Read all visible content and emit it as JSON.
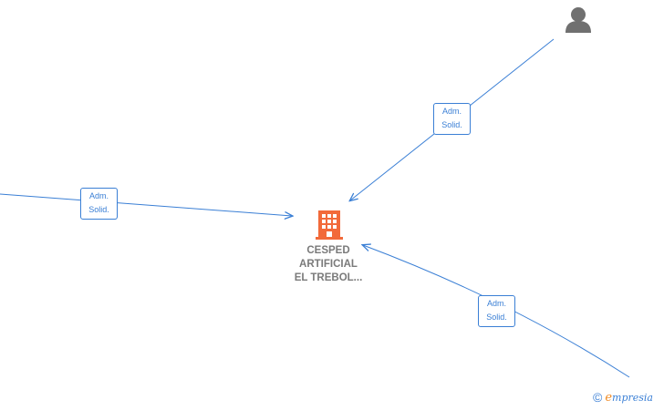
{
  "company": {
    "name_lines": [
      "CESPED",
      "ARTIFICIAL",
      "EL TREBOL..."
    ],
    "icon": "building-icon",
    "color": "#f26a3a"
  },
  "person": {
    "icon": "person-icon",
    "color": "#707070"
  },
  "edges": [
    {
      "id": "top-right",
      "label_lines": [
        "Adm.",
        "Solid."
      ]
    },
    {
      "id": "left",
      "label_lines": [
        "Adm.",
        "Solid."
      ]
    },
    {
      "id": "bottom-right",
      "label_lines": [
        "Adm.",
        "Solid."
      ]
    }
  ],
  "colors": {
    "edge": "#3a7fd5",
    "label_text": "#3a7fd5",
    "company_text": "#7a7a7a"
  },
  "watermark": {
    "copyright": "©",
    "brand_first": "e",
    "brand_rest": "mpresia"
  }
}
